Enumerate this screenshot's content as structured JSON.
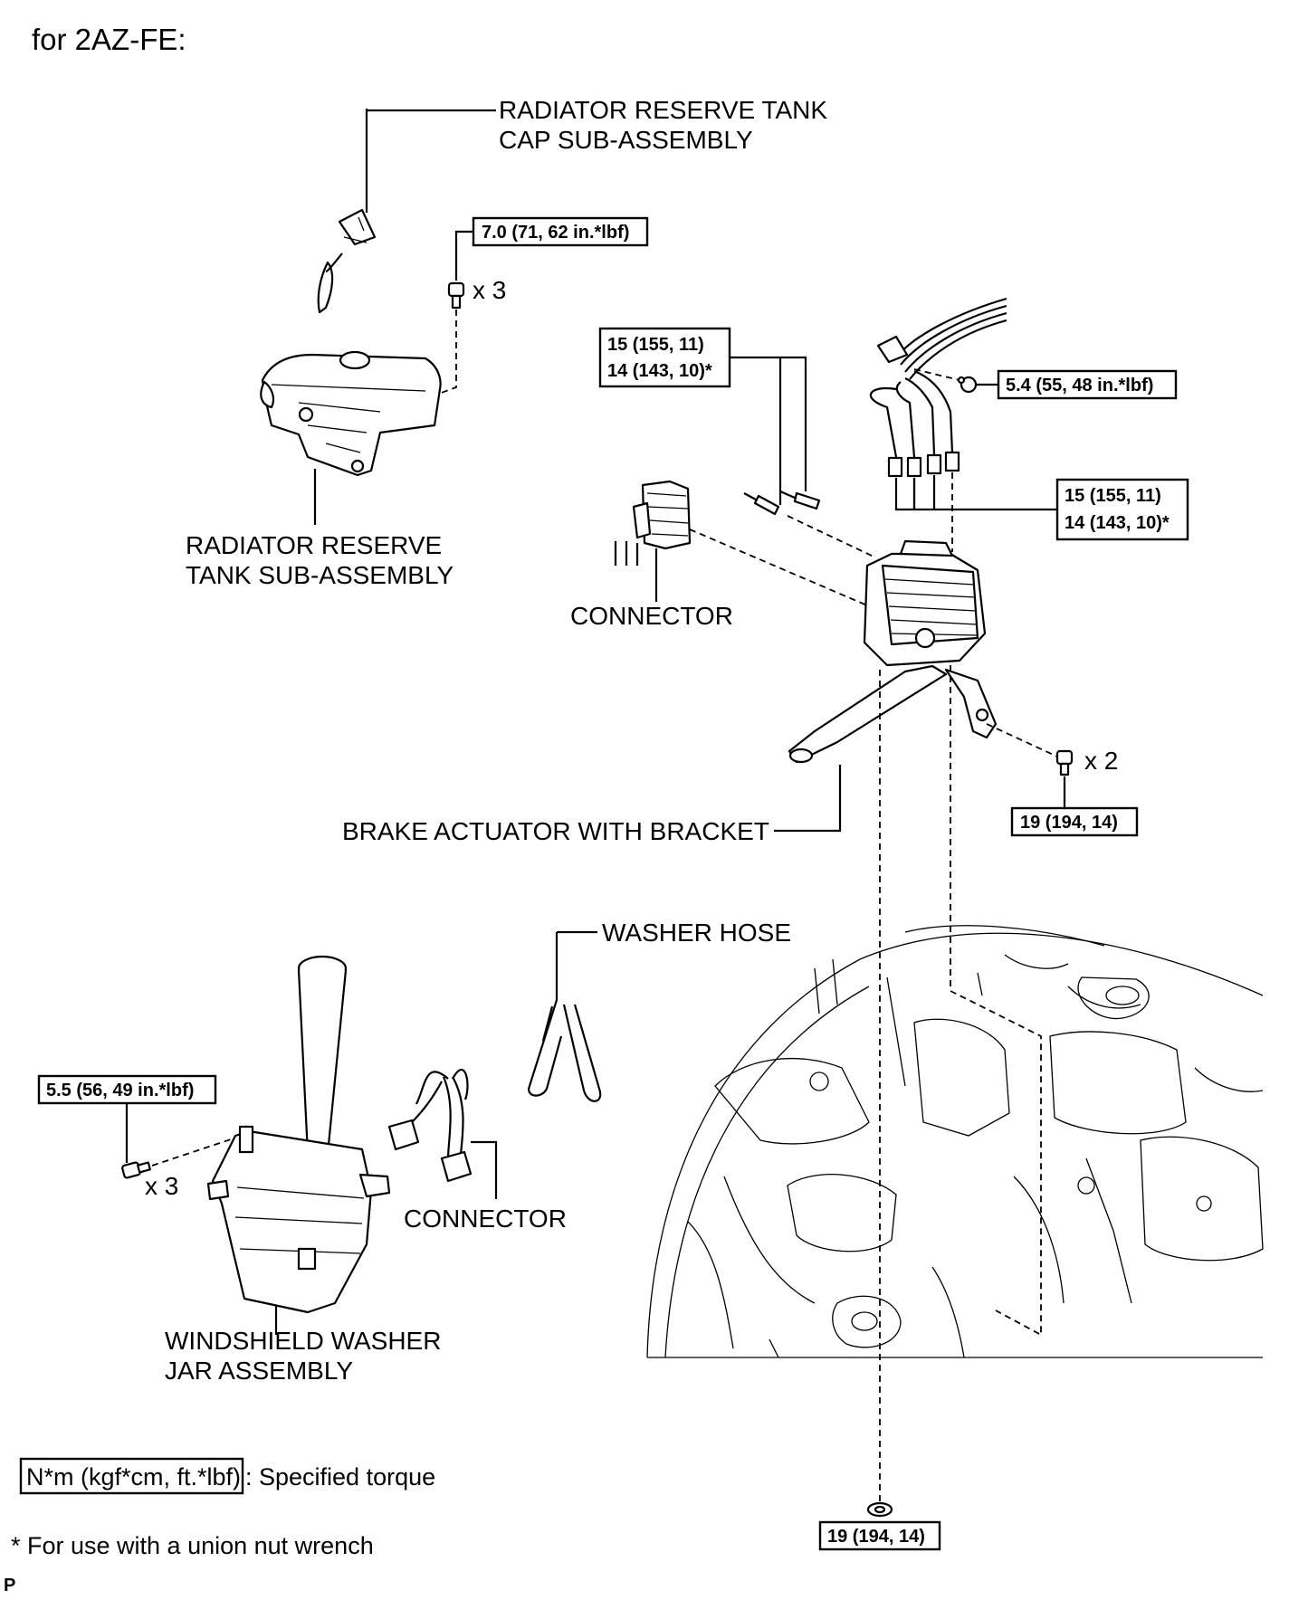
{
  "title": "for 2AZ-FE:",
  "labels": {
    "cap_line1": "RADIATOR RESERVE TANK",
    "cap_line2": "CAP SUB-ASSEMBLY",
    "tank_line1": "RADIATOR RESERVE",
    "tank_line2": "TANK SUB-ASSEMBLY",
    "connector_top": "CONNECTOR",
    "brake_actuator": "BRAKE ACTUATOR WITH BRACKET",
    "washer_hose": "WASHER HOSE",
    "connector_bottom": "CONNECTOR",
    "jar_line1": "WINDSHIELD WASHER",
    "jar_line2": "JAR ASSEMBLY"
  },
  "quantities": {
    "tank_bolts": "x 3",
    "actuator_bolts": "x 2",
    "jar_bolts": "x 3"
  },
  "torques": {
    "tank_bolt": "7.0 (71, 62 in.*lbf)",
    "tube_nut_left_1": "15 (155, 11)",
    "tube_nut_left_2": "14 (143, 10)*",
    "bracket_bolt": "5.4 (55, 48 in.*lbf)",
    "tube_nut_right_1": "15 (155, 11)",
    "tube_nut_right_2": "14 (143, 10)*",
    "actuator_bolt": "19 (194, 14)",
    "bottom_nut": "19 (194, 14)",
    "jar_bolt": "5.5 (56, 49 in.*lbf)"
  },
  "legend": {
    "box_text": "N*m (kgf*cm, ft.*lbf)",
    "description": ": Specified torque",
    "footnote": "* For use with a union nut wrench",
    "corner_mark": "P"
  }
}
